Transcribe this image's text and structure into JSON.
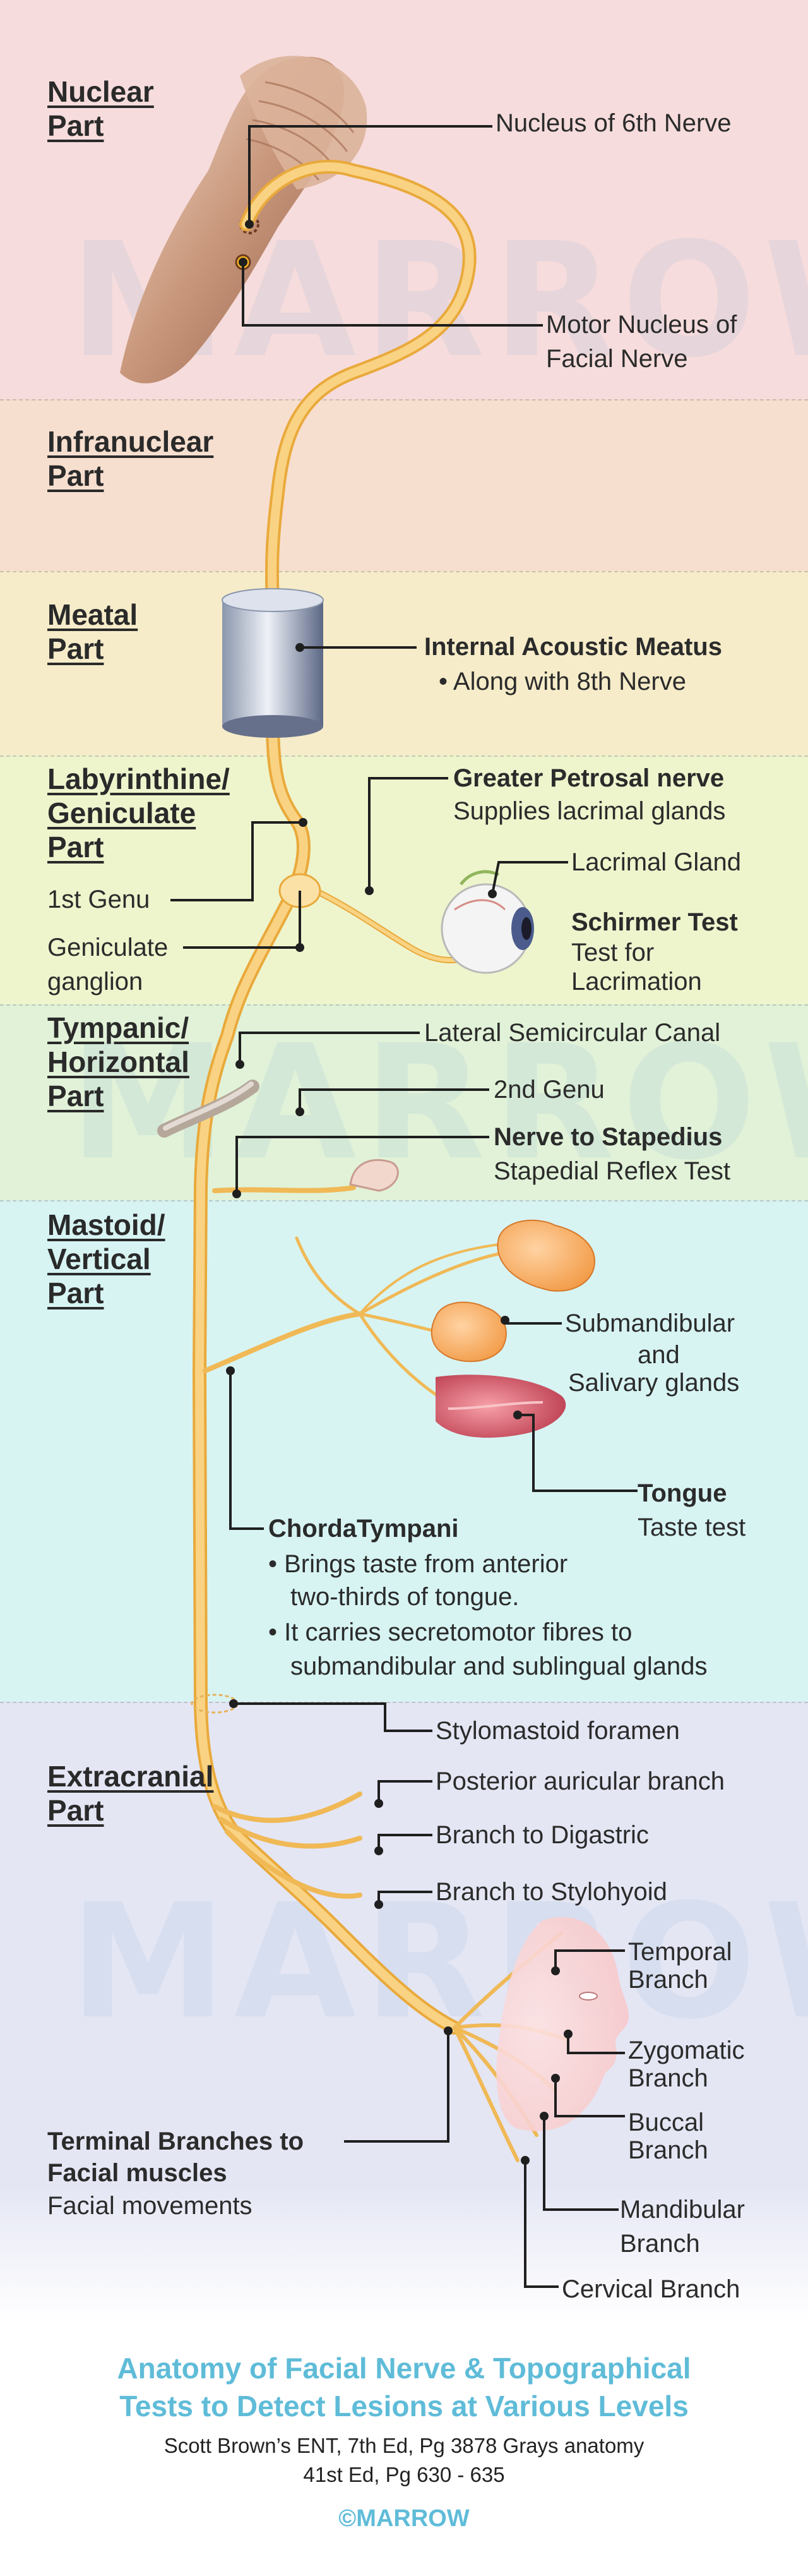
{
  "colors": {
    "nuclear": "#f6dcdc",
    "infranuclear": "#f7dfcf",
    "meatal": "#f6ecc9",
    "labyrinthine": "#eef5cd",
    "tympanic": "#e1f2d8",
    "mastoid": "#d7f4f3",
    "extracranial": "#e4e6f4",
    "nerve": "#f7c869",
    "nerve_edge": "#e9a93b",
    "footer_accent": "#5fbcd8"
  },
  "sections": {
    "nuclear": "Nuclear\nPart",
    "infranuclear": "Infranuclear\nPart",
    "meatal": "Meatal\nPart",
    "labyrinthine": "Labyrinthine/\nGeniculate\nPart",
    "tympanic": "Tympanic/\nHorizontal\nPart",
    "mastoid": "Mastoid/\nVertical\nPart",
    "extracranial": "Extracranial\nPart"
  },
  "labels": {
    "nucleus_6th": "Nucleus of 6th Nerve",
    "motor_nucleus_1": "Motor Nucleus of",
    "motor_nucleus_2": "Facial Nerve",
    "iam_title": "Internal Acoustic Meatus",
    "iam_note": "• Along with 8th Nerve",
    "gsp_title": "Greater Petrosal nerve",
    "gsp_note": "Supplies lacrimal glands",
    "lacrimal_gland": "Lacrimal Gland",
    "schirmer_title": "Schirmer Test",
    "schirmer_1": "Test for",
    "schirmer_2": "Lacrimation",
    "first_genu": "1st Genu",
    "geniculate_1": "Geniculate",
    "geniculate_2": "ganglion",
    "lateral_canal": "Lateral Semicircular Canal",
    "second_genu": "2nd Genu",
    "stapedius_title": "Nerve to Stapedius",
    "stapedius_note": "Stapedial Reflex Test",
    "submandibular_1": "Submandibular",
    "submandibular_2": "and",
    "submandibular_3": "Salivary glands",
    "tongue_title": "Tongue",
    "tongue_note": "Taste test",
    "chorda_title": "ChordaTympani",
    "chorda_1": "• Brings taste from anterior",
    "chorda_2": "two-thirds of tongue.",
    "chorda_3": "• It carries secretomotor fibres to",
    "chorda_4": "submandibular and sublingual glands",
    "stylomastoid": "Stylomastoid foramen",
    "post_auricular": "Posterior auricular branch",
    "digastric": "Branch to Digastric",
    "stylohyoid": "Branch to Stylohyoid",
    "temporal_1": "Temporal",
    "temporal_2": "Branch",
    "zygomatic_1": "Zygomatic",
    "zygomatic_2": "Branch",
    "buccal_1": "Buccal",
    "buccal_2": "Branch",
    "mandibular_1": "Mandibular",
    "mandibular_2": "Branch",
    "cervical": "Cervical Branch",
    "terminal_1": "Terminal Branches to",
    "terminal_2": "Facial muscles",
    "terminal_note": "Facial movements"
  },
  "watermark": "MARROW",
  "footer": {
    "title_1": "Anatomy of Facial Nerve & Topographical",
    "title_2": "Tests to Detect Lesions at Various Levels",
    "ref_1": "Scott Brown’s ENT, 7th Ed, Pg 3878 Grays anatomy",
    "ref_2": "41st Ed, Pg 630 - 635",
    "brand": "©MARROW"
  }
}
